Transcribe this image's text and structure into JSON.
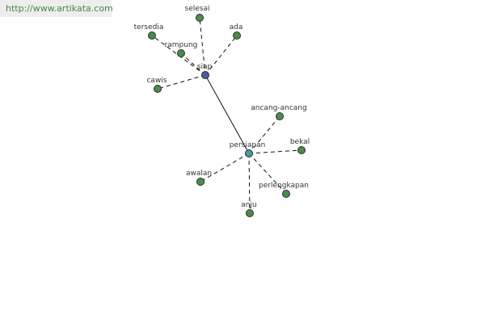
{
  "watermark": "http://www.artikata.com",
  "colors": {
    "edge": "#111111",
    "hub_siap": "#4a5a99",
    "hub_persiapan": "#4a9a9a",
    "leaf": "#4e8a4e",
    "node_stroke": "#223322",
    "text": "#333333",
    "watermark_text": "#448844",
    "watermark_bg": "#eeeeee"
  },
  "diagram": {
    "nodes": [
      {
        "id": "siap",
        "label": "siap",
        "kind": "hub_siap"
      },
      {
        "id": "persiapan",
        "label": "persiapan",
        "kind": "hub_persiapan"
      },
      {
        "id": "selesai",
        "label": "selesai",
        "kind": "leaf"
      },
      {
        "id": "ada",
        "label": "ada",
        "kind": "leaf"
      },
      {
        "id": "tersedia",
        "label": "tersedia",
        "kind": "leaf"
      },
      {
        "id": "rampung",
        "label": "rampung",
        "kind": "leaf"
      },
      {
        "id": "cawis",
        "label": "cawis",
        "kind": "leaf"
      },
      {
        "id": "ancang-ancang",
        "label": "ancang-ancang",
        "kind": "leaf"
      },
      {
        "id": "bekal",
        "label": "bekal",
        "kind": "leaf"
      },
      {
        "id": "awalan",
        "label": "awalan",
        "kind": "leaf"
      },
      {
        "id": "perlengkapan",
        "label": "perlengkapan",
        "kind": "leaf"
      },
      {
        "id": "anju",
        "label": "anju",
        "kind": "leaf"
      }
    ],
    "edges": [
      {
        "from": "siap",
        "to": "persiapan",
        "style": "solid"
      },
      {
        "from": "siap",
        "to": "selesai",
        "style": "dashed"
      },
      {
        "from": "siap",
        "to": "ada",
        "style": "dashed"
      },
      {
        "from": "siap",
        "to": "tersedia",
        "style": "dashed"
      },
      {
        "from": "siap",
        "to": "rampung",
        "style": "dashed"
      },
      {
        "from": "siap",
        "to": "cawis",
        "style": "dashed"
      },
      {
        "from": "persiapan",
        "to": "ancang-ancang",
        "style": "dashed"
      },
      {
        "from": "persiapan",
        "to": "bekal",
        "style": "dashed"
      },
      {
        "from": "persiapan",
        "to": "awalan",
        "style": "dashed"
      },
      {
        "from": "persiapan",
        "to": "perlengkapan",
        "style": "dashed"
      },
      {
        "from": "persiapan",
        "to": "anju",
        "style": "dashed"
      }
    ]
  }
}
